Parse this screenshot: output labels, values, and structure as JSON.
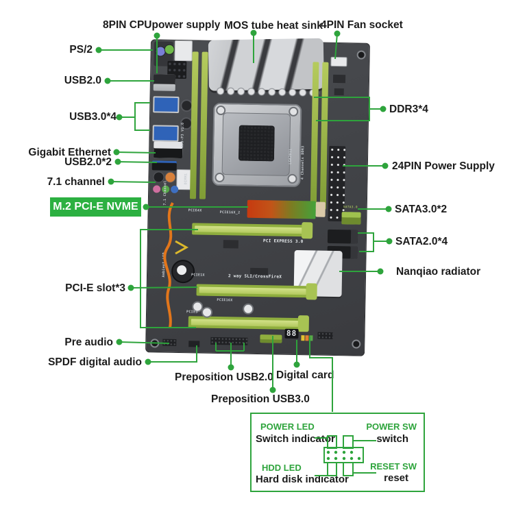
{
  "page": {
    "background": "#ffffff"
  },
  "colors": {
    "accent_green": "#2ea43c",
    "m2_badge_bg": "#2cb041",
    "label_text": "#1b1b1b",
    "board_base": "#434549",
    "slot_green": "#8fae3e"
  },
  "labels": {
    "cpu_power": "8PIN CPUpower supply",
    "mos_heatsink": "MOS tube heat sink",
    "fan_socket": "4PIN Fan socket",
    "ps2": "PS/2",
    "usb20": "USB2.0",
    "usb30x4": "USB3.0*4",
    "ethernet": "Gigabit Ethernet",
    "usb20x2": "USB2.0*2",
    "channel71": "7.1 channel",
    "m2": "M.2 PCI-E NVME",
    "pcie_slots": "PCI-E slot*3",
    "pre_audio": "Pre audio",
    "spdf": "SPDF digital audio",
    "ddr3": "DDR3*4",
    "power24": "24PIN Power Supply",
    "sata3": "SATA3.0*2",
    "sata2": "SATA2.0*4",
    "nanqiao": "Nanqiao radiator",
    "front_usb20": "Preposition USB2.0",
    "digital_card": "Digital card",
    "front_usb30": "Preposition USB3.0"
  },
  "legend": {
    "power_led": "POWER LED",
    "power_led_desc": "Switch indicator",
    "power_sw": "POWER SW",
    "power_sw_desc": "switch",
    "hdd_led": "HDD  LED",
    "hdd_led_desc": "Hard disk indicator",
    "reset_sw": "RESET SW",
    "reset_sw_desc": "reset"
  },
  "board": {
    "silkscreen": {
      "pcie4x": "PCIE4X",
      "pcie16x_2": "PCIE16X_2",
      "pci_express": "PCI EXPRESS 3.0",
      "pcie1x": "PCIE1X",
      "sli": "2 way SLI/CrossFireX",
      "pcie16x": "PCIE16X",
      "pcie3": "PCIE3",
      "model": "X79-P3 V1.0",
      "socket": "LGA2011",
      "channels": "4 Channels DDR3",
      "dimm": "DIMM1",
      "ambient": "Ambient LED",
      "audio_ch": "7.1 Channel",
      "sata": "SATA3.0"
    },
    "debug_display": "88"
  }
}
